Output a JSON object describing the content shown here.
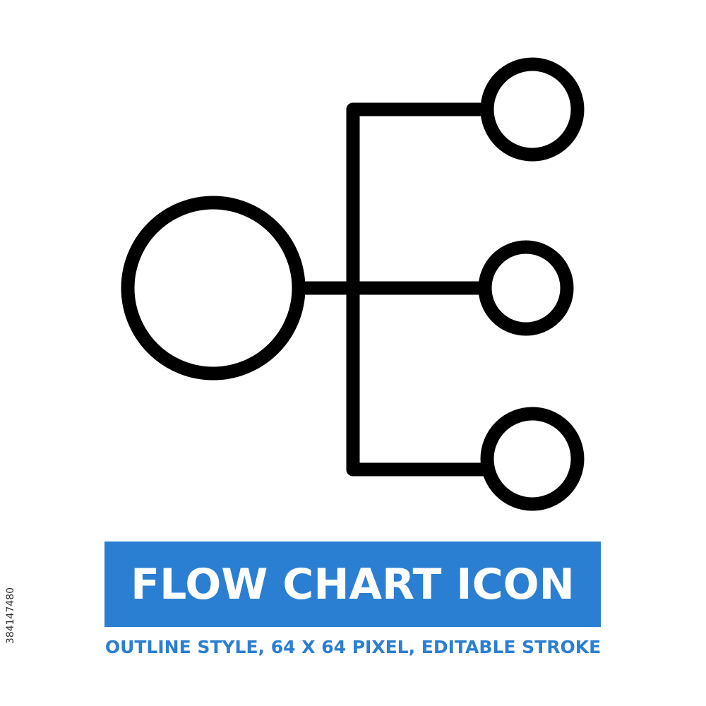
{
  "colors": {
    "background": "#ffffff",
    "icon_stroke": "#000000",
    "banner_fill": "#2b7fd2",
    "banner_text": "#ffffff",
    "subtitle_text": "#2b7fd2"
  },
  "icon": {
    "name": "flow-chart-icon",
    "style": "outline"
  },
  "banner": {
    "title": "FLOW CHART ICON"
  },
  "subtitle": {
    "text": "OUTLINE STYLE, 64 X 64 PIXEL, EDITABLE STROKE"
  },
  "stock_id": "384147480"
}
